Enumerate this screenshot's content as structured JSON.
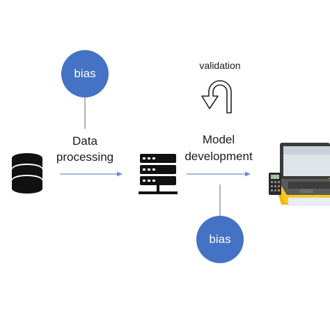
{
  "diagram": {
    "bias_top": "bias",
    "bias_bottom": "bias",
    "data_processing_line1": "Data",
    "data_processing_line2": "processing",
    "validation": "validation",
    "model_line1": "Model",
    "model_line2": "development"
  },
  "icons": {
    "database": "database-icon",
    "server": "server-icon",
    "laptop": "laptop-icon",
    "validation_arrow": "u-turn-arrow-icon"
  },
  "colors": {
    "bias_circle": "#4472c4",
    "connector": "#6a8fc8",
    "stem": "#888888",
    "icon_dark": "#111111",
    "accent_yellow": "#f5c518"
  }
}
